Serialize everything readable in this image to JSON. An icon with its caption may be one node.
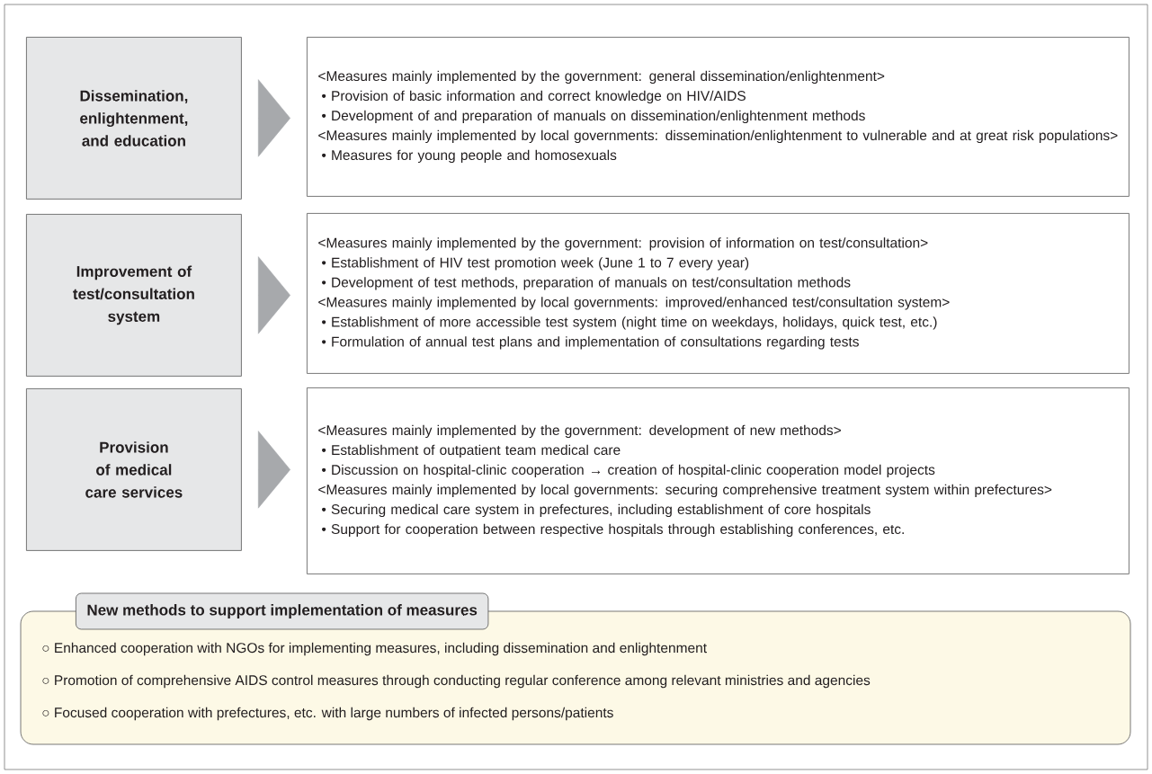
{
  "diagram": {
    "nodes": [
      {
        "text": [
          "Dissemination, enlightenment, and education"
        ]
      },
      {
        "text": [
          "<Measures mainly implemented by the government: general dissemination/enlightenment>",
          "• Provision of basic information and correct knowledge on HIV/AIDS",
          "• Development of and preparation of manuals on dissemination/enlightenment methods",
          "<Measures mainly implemented by local governments: dissemination/enlightenment to vulnerable and at great risk populations>",
          "• Measures for young people and homosexuals"
        ]
      },
      {
        "text": [
          "Improvement of test/consultation system"
        ]
      },
      {
        "text": [
          "<Measures mainly implemented by the government: provision of information on test/consultation>",
          "• Establishment of HIV test promotion week (June 1 to 7 every year)",
          "• Development of test methods, preparation of manuals on test/consultation methods",
          "<Measures mainly implemented by local governments: improved/enhanced test/consultation system>",
          "• Establishment of more accessible test system (night time on weekdays, holidays, quick test, etc.)",
          "• Formulation of annual test plans and implementation of consultations regarding tests"
        ]
      },
      {
        "text": [
          "Provision of medical care services"
        ]
      },
      {
        "text": [
          "<Measures mainly implemented by the government: development of new methods>",
          "• Establishment of outpatient team medical care",
          "• Discussion on hospital-clinic cooperation → creation of hospital-clinic cooperation model projects",
          "<Measures mainly implemented by local governments: securing comprehensive treatment system within prefectures>",
          "• Securing medical care system in prefectures, including establishment of core hospitals",
          "• Support for cooperation between respective hospitals through establishing conferences, etc."
        ]
      },
      {
        "text": [
          "New methods to support implementation of measures",
          "○ Enhanced cooperation with NGOs for implementing measures, including dissemination and enlightenment",
          "○ Promotion of comprehensive AIDS control measures through conducting regular conference among relevant ministries and agencies",
          "○ Focused cooperation with prefectures, etc. with large numbers of infected persons/patients"
        ]
      }
    ],
    "edges": [
      {
        "from": 0,
        "to": 1,
        "arrow": "to"
      },
      {
        "from": 2,
        "to": 3,
        "arrow": "to"
      },
      {
        "from": 4,
        "to": 5,
        "arrow": "to"
      }
    ]
  }
}
